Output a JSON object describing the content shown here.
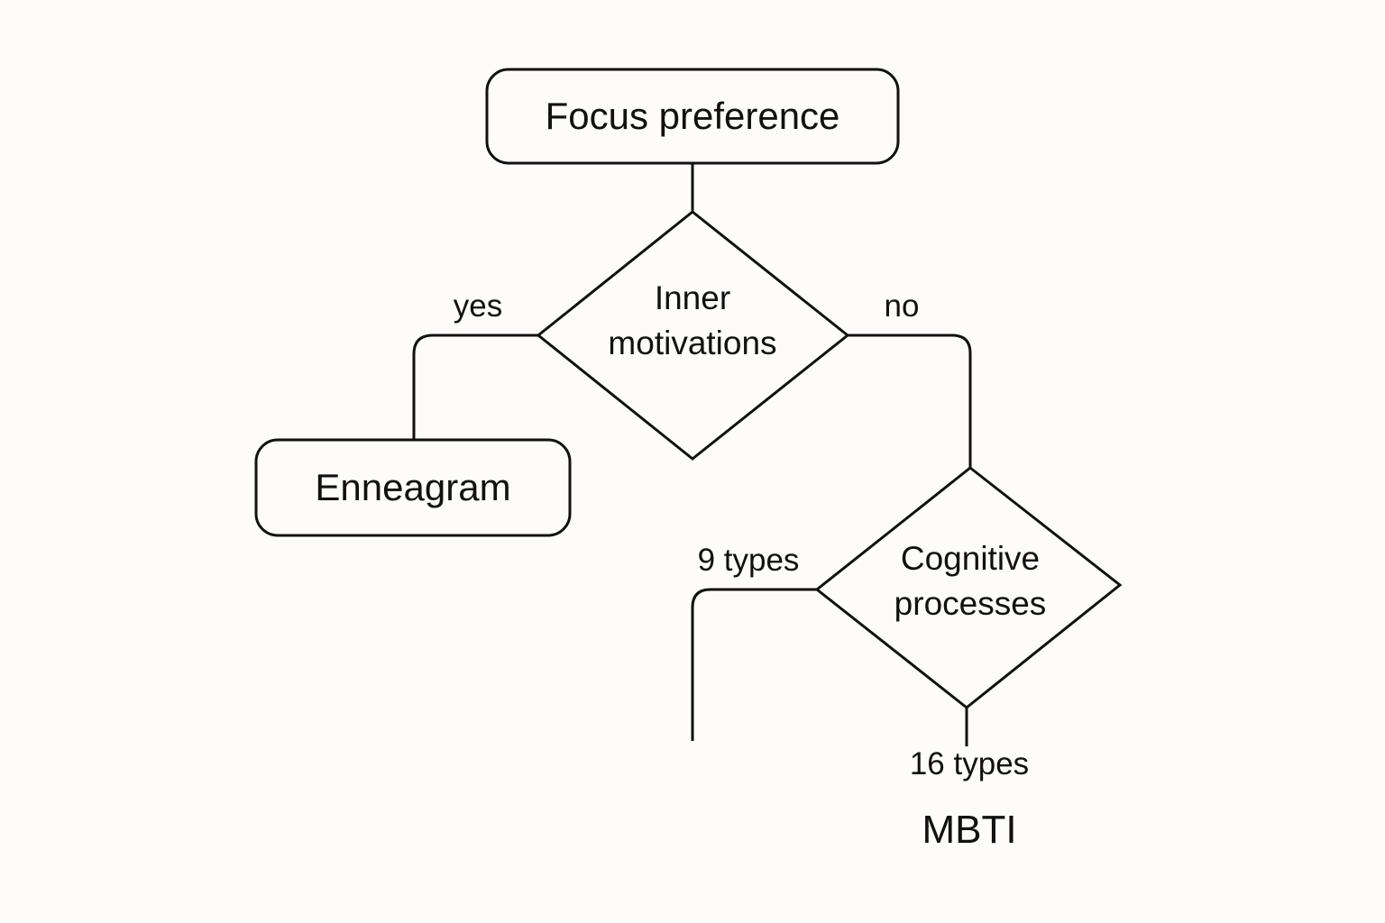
{
  "diagram": {
    "nodes": {
      "focus": {
        "label": "Focus preference",
        "shape": "rounded-rectangle"
      },
      "inner": {
        "label_line1": "Inner",
        "label_line2": "motivations",
        "shape": "diamond"
      },
      "enneagram": {
        "label": "Enneagram",
        "shape": "rounded-rectangle"
      },
      "cognitive": {
        "label_line1": "Cognitive",
        "label_line2": "processes",
        "shape": "diamond"
      },
      "mbti": {
        "label": "MBTI",
        "shape": "text"
      }
    },
    "edges": {
      "focus_to_inner": {
        "label": ""
      },
      "inner_yes": {
        "label": "yes",
        "from": "Inner motivations",
        "to": "Enneagram"
      },
      "inner_no": {
        "label": "no",
        "from": "Inner motivations",
        "to": "Cognitive processes"
      },
      "cognitive_left": {
        "label": "9 types",
        "from": "Cognitive processes",
        "to": ""
      },
      "cognitive_down": {
        "label": "16 types",
        "from": "Cognitive processes",
        "to": "MBTI"
      }
    },
    "colors": {
      "background": "#fdfcf8",
      "stroke": "#111111"
    }
  }
}
